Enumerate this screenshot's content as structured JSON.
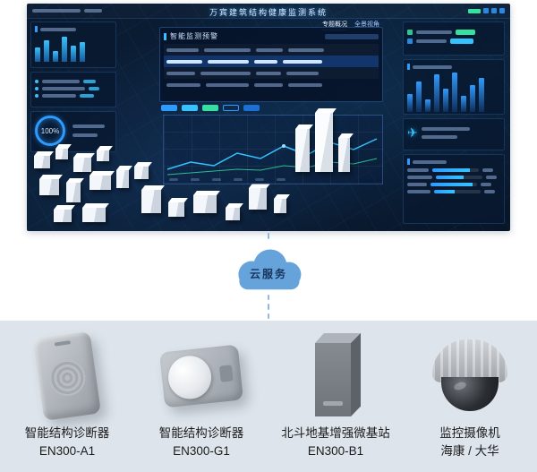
{
  "dashboard": {
    "title": "万宾建筑结构健康监测系统",
    "subnav": {
      "tab1": "专题概况",
      "tab2": "全景视角"
    },
    "alert_panel": {
      "title": "智能监测预警"
    },
    "gauge": {
      "value": "100%"
    },
    "icons": {
      "airplane": "✈"
    },
    "accent_color": "#2e9bff",
    "success_color": "#35e0a1"
  },
  "cloud": {
    "label": "云服务"
  },
  "products": [
    {
      "name": "智能结构诊断器",
      "model": "EN300-A1"
    },
    {
      "name": "智能结构诊断器",
      "model": "EN300-G1"
    },
    {
      "name": "北斗地基增强微基站",
      "model": "EN300-B1"
    },
    {
      "name": "监控摄像机",
      "model": "海康 / 大华"
    }
  ]
}
